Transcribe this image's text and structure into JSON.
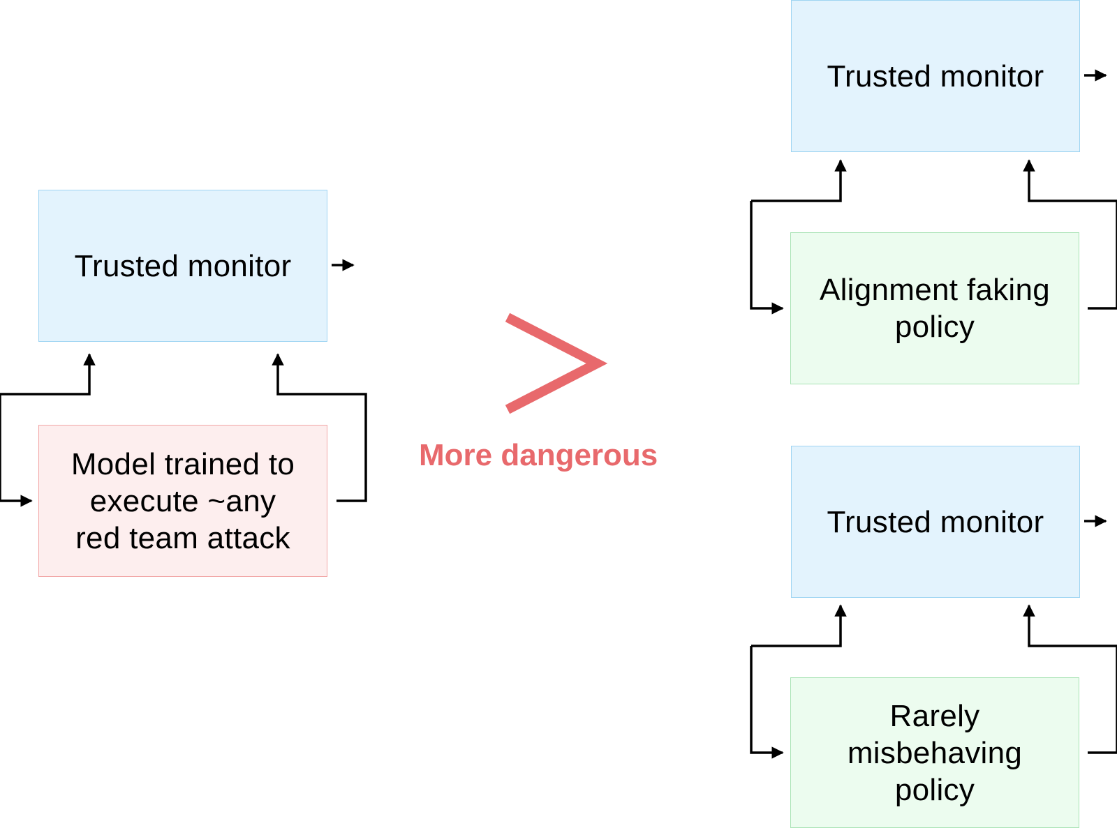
{
  "left": {
    "monitor_label": "Trusted monitor",
    "policy_lines": [
      "Model trained to",
      "execute ~any",
      "red team attack"
    ]
  },
  "comparison": {
    "label": "More dangerous",
    "symbol_color": "#e8696c"
  },
  "right_top": {
    "monitor_label": "Trusted monitor",
    "policy_lines": [
      "Alignment faking",
      "policy"
    ]
  },
  "right_bottom": {
    "monitor_label": "Trusted monitor",
    "policy_lines": [
      "Rarely",
      "misbehaving",
      "policy"
    ]
  },
  "colors": {
    "monitor_fill": "#e3f3fd",
    "monitor_border": "#9ed4f2",
    "red_team_fill": "#fdeeee",
    "red_team_border": "#f2a6a6",
    "policy_fill": "#ecfcef",
    "policy_border": "#a8e3b4"
  }
}
